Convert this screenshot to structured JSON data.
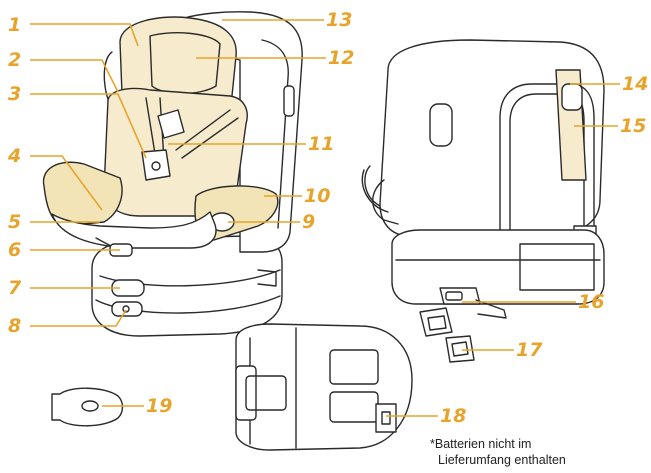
{
  "callouts": [
    {
      "id": "c1",
      "label": "1"
    },
    {
      "id": "c2",
      "label": "2"
    },
    {
      "id": "c3",
      "label": "3"
    },
    {
      "id": "c4",
      "label": "4"
    },
    {
      "id": "c5",
      "label": "5"
    },
    {
      "id": "c6",
      "label": "6"
    },
    {
      "id": "c7",
      "label": "7"
    },
    {
      "id": "c8",
      "label": "8"
    },
    {
      "id": "c9",
      "label": "9"
    },
    {
      "id": "c10",
      "label": "10"
    },
    {
      "id": "c11",
      "label": "11"
    },
    {
      "id": "c12",
      "label": "12"
    },
    {
      "id": "c13",
      "label": "13"
    },
    {
      "id": "c14",
      "label": "14"
    },
    {
      "id": "c15",
      "label": "15"
    },
    {
      "id": "c16",
      "label": "16"
    },
    {
      "id": "c17",
      "label": "17"
    },
    {
      "id": "c18",
      "label": "18"
    },
    {
      "id": "c19",
      "label": "19"
    }
  ],
  "note": {
    "line1": "*Batterien nicht im",
    "line2": "Lieferumfang enthalten"
  },
  "colors": {
    "callout": "#e8a42a",
    "outline": "#2a2a2a",
    "fabric_highlight": "#f6eccd"
  }
}
